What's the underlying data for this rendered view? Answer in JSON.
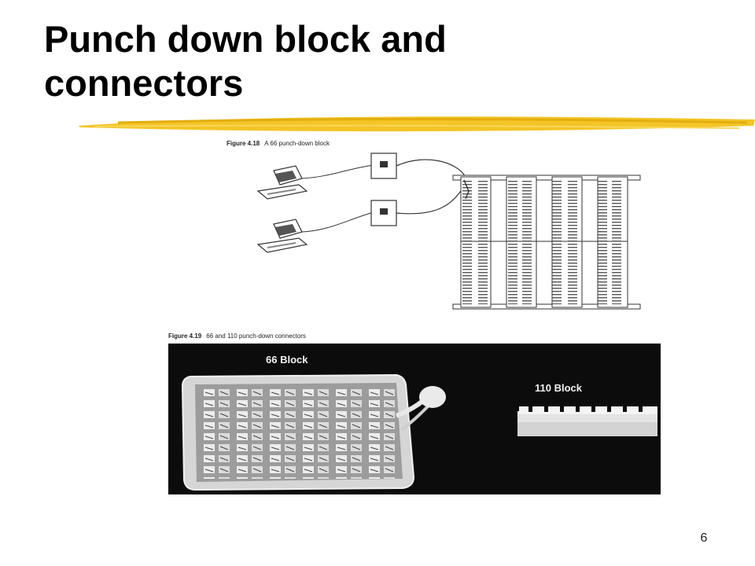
{
  "slide": {
    "title": "Punch down block and connectors",
    "page_number": "6"
  },
  "figure_18": {
    "number": "Figure 4.18",
    "caption": "A 66 punch-down block"
  },
  "figure_19": {
    "number": "Figure 4.19",
    "caption": "66 and 110 punch-down connectors",
    "label_66": "66 Block",
    "label_110": "110 Block"
  },
  "colors": {
    "accent_brush": "#f2c21a",
    "photo_background": "#0c0c0c"
  },
  "icons": [
    "computer-icon",
    "wall-jack-icon",
    "punch-down-block-icon"
  ]
}
